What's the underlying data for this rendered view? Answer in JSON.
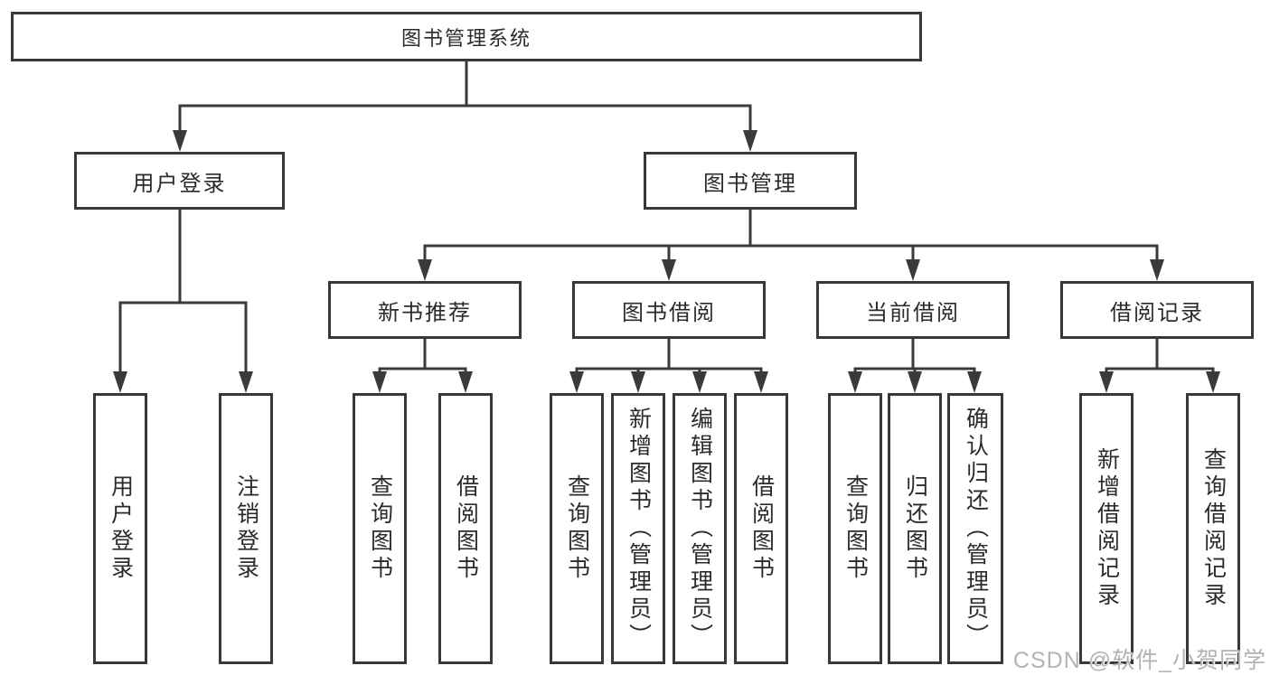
{
  "tree": {
    "root": "图书管理系统",
    "children": [
      {
        "label": "用户登录",
        "children": [
          "用户登录",
          "注销登录"
        ]
      },
      {
        "label": "图书管理",
        "children": [
          {
            "label": "新书推荐",
            "children": [
              "查询图书",
              "借阅图书"
            ]
          },
          {
            "label": "图书借阅",
            "children": [
              "查询图书",
              "新增图书（管理员）",
              "编辑图书（管理员）",
              "借阅图书"
            ]
          },
          {
            "label": "当前借阅",
            "children": [
              "查询图书",
              "归还图书",
              "确认归还（管理员）"
            ]
          },
          {
            "label": "借阅记录",
            "children": [
              "新增借阅记录",
              "查询借阅记录"
            ]
          }
        ]
      }
    ]
  },
  "watermark": "CSDN @软件_小贺同学",
  "colors": {
    "line": "#3a3a3a",
    "border": "#383838",
    "text": "#2b2b2b",
    "background": "#ffffff",
    "watermark": "#b3b3b3"
  }
}
